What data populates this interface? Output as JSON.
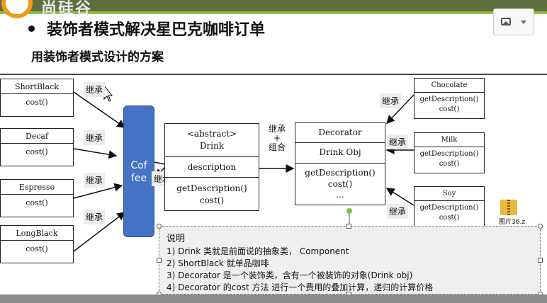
{
  "header": {
    "logo_text": "尚硅谷"
  },
  "slide": {
    "title": "装饰者模式解决星巴克咖啡订单",
    "subtitle": "用装饰者模式设计的方案"
  },
  "toolbar": {
    "insert_image_icon": "image-icon"
  },
  "diagram": {
    "drinks_left": [
      {
        "name": "ShortBlack",
        "method": "cost()"
      },
      {
        "name": "Decaf",
        "method": "cost()"
      },
      {
        "name": "Espresso",
        "method": "cost()"
      },
      {
        "name": "LongBlack",
        "method": "cost()"
      }
    ],
    "inherit_label": "继承",
    "coffee": {
      "line1": "Cof",
      "line2": "fee"
    },
    "drink": {
      "stereotype": "<abstract>",
      "name": "Drink",
      "field": "description",
      "method1": "getDescription()",
      "method2": "cost()"
    },
    "inherit_compose": {
      "l1": "继承",
      "l2": "+",
      "l3": "组合"
    },
    "decorator": {
      "name": "Decorator",
      "field": "Drink Obj",
      "method1": "getDescription()",
      "method2": "cost()",
      "more": "..."
    },
    "condiments": [
      {
        "name": "Chocolate",
        "method1": "getDescription()",
        "method2": "cost()"
      },
      {
        "name": "Milk",
        "method1": "getDescription()",
        "method2": "cost()"
      },
      {
        "name": "Soy",
        "method1": "getDescription()",
        "method2": "cost()"
      }
    ]
  },
  "desktop_file": {
    "name": "图片36.z"
  },
  "note": {
    "heading": "说明",
    "lines": [
      "1)    Drink 类就是前面说的抽象类， Component",
      "2)    ShortBlack 就单品咖啡",
      "3)    Decorator 是一个装饰类，含有一个被装饰的对象(Drink obj)",
      "4)    Decorator 的cost 方法 进行一个费用的叠加计算，递归的计算价格"
    ]
  },
  "colors": {
    "coffee_fill": "#4472c4",
    "header_bar": "#5f6f3d",
    "accent_green": "#8cbf3f",
    "logo_orange": "#f39a1c"
  }
}
